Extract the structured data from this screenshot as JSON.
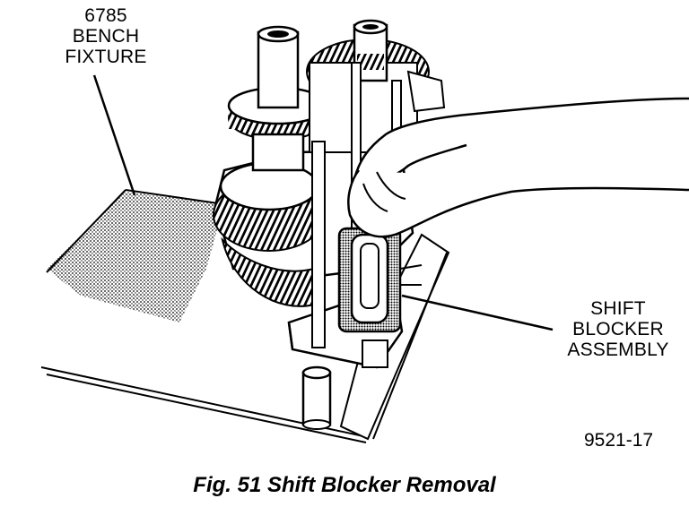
{
  "labels": {
    "bench_fixture": "6785\nBENCH\nFIXTURE",
    "shift_blocker": "SHIFT\nBLOCKER\nASSEMBLY",
    "figure_id": "9521-17"
  },
  "caption": "Fig. 51 Shift Blocker Removal"
}
